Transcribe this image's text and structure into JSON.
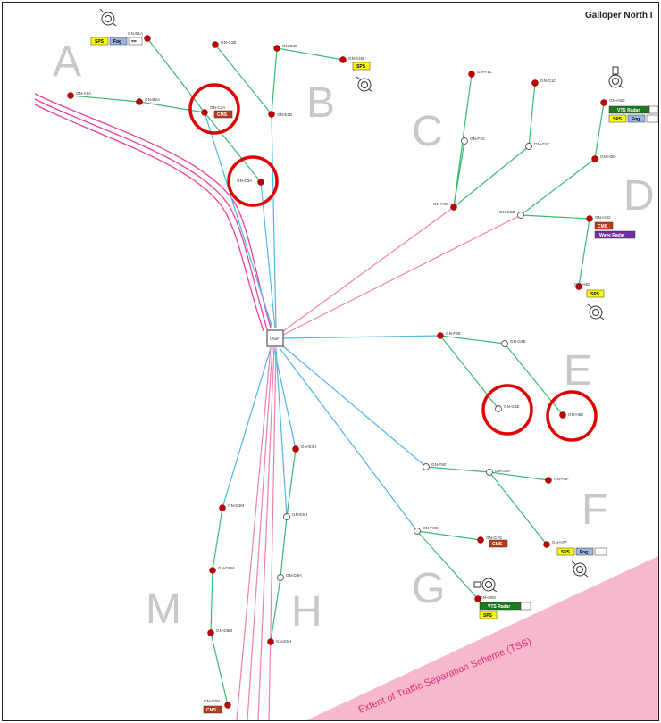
{
  "title": "Galloper North I",
  "zones": [
    "A",
    "B",
    "C",
    "D",
    "E",
    "F",
    "G",
    "H",
    "M"
  ],
  "oss_label": "OSP",
  "nodes": {
    "a1a": "GN-A1A",
    "b2a": "GN-B2A",
    "c2a": "GN-C2A",
    "d3a": "GN-D3A",
    "e1a": "GN-E1A",
    "c1b": "GN-C1B",
    "d1b": "GN-D1B",
    "e1b": "GN-E1B",
    "e2b": "GN-E2B",
    "f1c": "GN-F1C",
    "g1c": "GN-G1C",
    "f2c": "GN-F2C",
    "g2c": "GN-G2C",
    "f3c": "GN-F3C",
    "h1d": "GN-H1D",
    "h2d": "GN-H2D",
    "g3d": "GN-G3D",
    "h3d": "GN-H3D",
    "h4d": "GN-H4D",
    "f4e": "GN-F4E",
    "g4e": "GN-G4E",
    "g5e": "GN-G5E",
    "h5e": "GN-H5E",
    "f5f": "GN-F5F",
    "g6f": "GN-G6F",
    "h6f": "GN-H6F",
    "h7f": "GN-H7F",
    "f6g": "GN-F6G",
    "g7g": "GN-G7G",
    "g8g": "GN-G8G",
    "e3h": "GN-E3H",
    "e5h": "GN-E5H",
    "d4h": "GN-D4H",
    "e5h2": "GN-E5H",
    "d4m": "GN-D4M",
    "d5m": "GN-D5M",
    "d6m": "GN-D6M",
    "d7m": "GN-D7M"
  },
  "tags": {
    "sps": "SPS",
    "fog": "Fog",
    "cms": "CMS",
    "vts_radar": "VTS Radar",
    "wave_radar": "Wave Radar",
    "small_box": "=="
  },
  "tss_label": "Extent of Traffic Separation Scheme (TSS)",
  "colors": {
    "cable_green": "#3cb878",
    "cable_blue": "#4fb6e8",
    "cable_pink": "#f080b0",
    "shipping_lane": "#e8409a",
    "node_red": "#c00000",
    "highlight_circle": "#e00000",
    "tss_fill": "#f8b8cc",
    "zone_letter": "#c8c8c8",
    "sps_yellow": "#ffff00",
    "fog_blue": "#9bb7e0",
    "cms_red": "#c0391b",
    "vts_green": "#1d7a1d",
    "wave_purple": "#7030a0"
  },
  "icons": [
    "horn-icon"
  ]
}
